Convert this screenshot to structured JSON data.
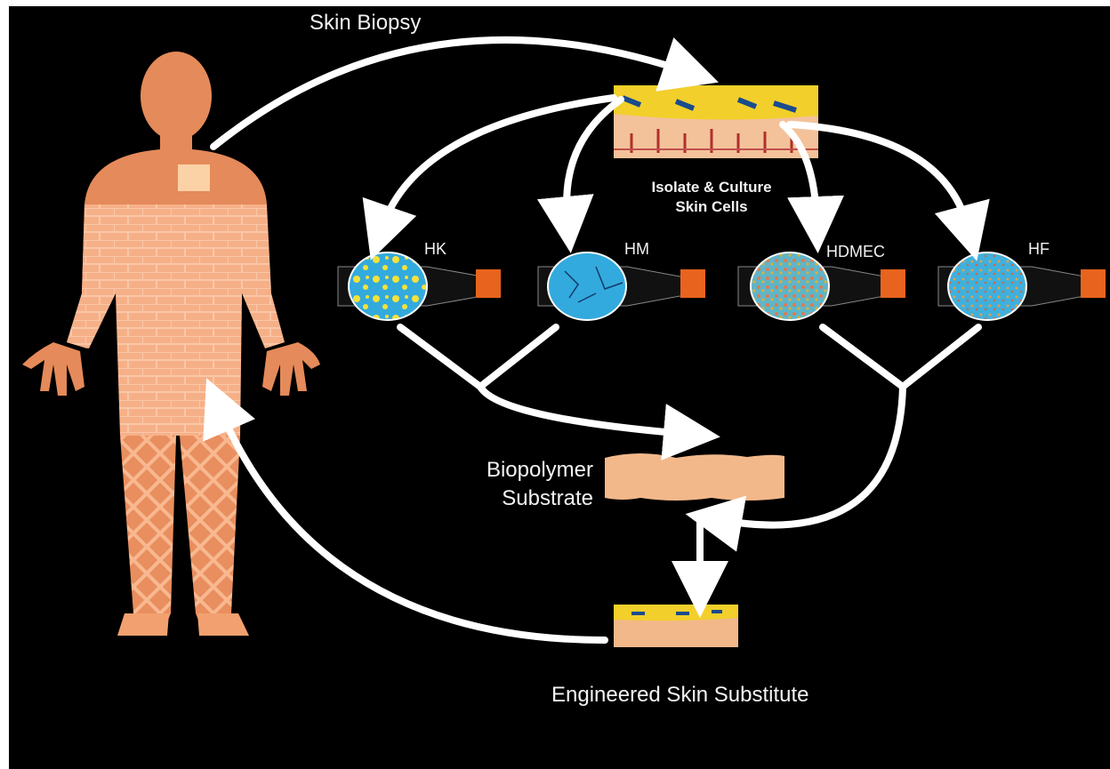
{
  "labels": {
    "skin_biopsy": "Skin Biopsy",
    "isolate_line1": "Isolate & Culture",
    "isolate_line2": "Skin Cells",
    "hk": "HK",
    "hm": "HM",
    "hdmec": "HDMEC",
    "hf": "HF",
    "biopolymer_line1": "Biopolymer",
    "biopolymer_line2": "Substrate",
    "engineered": "Engineered Skin Substitute"
  },
  "colors": {
    "background": "#000000",
    "skin": "#f4a67a",
    "skin_dark": "#e58a5a",
    "arrow": "#ffffff",
    "dish_blue": "#33aadd",
    "hk_cells": "#f4e23a",
    "hm_cells": "#1a4b8c",
    "hdmec_cells": "#e07a50",
    "camera": "#e8641e",
    "epidermis": "#f2cf2a"
  }
}
